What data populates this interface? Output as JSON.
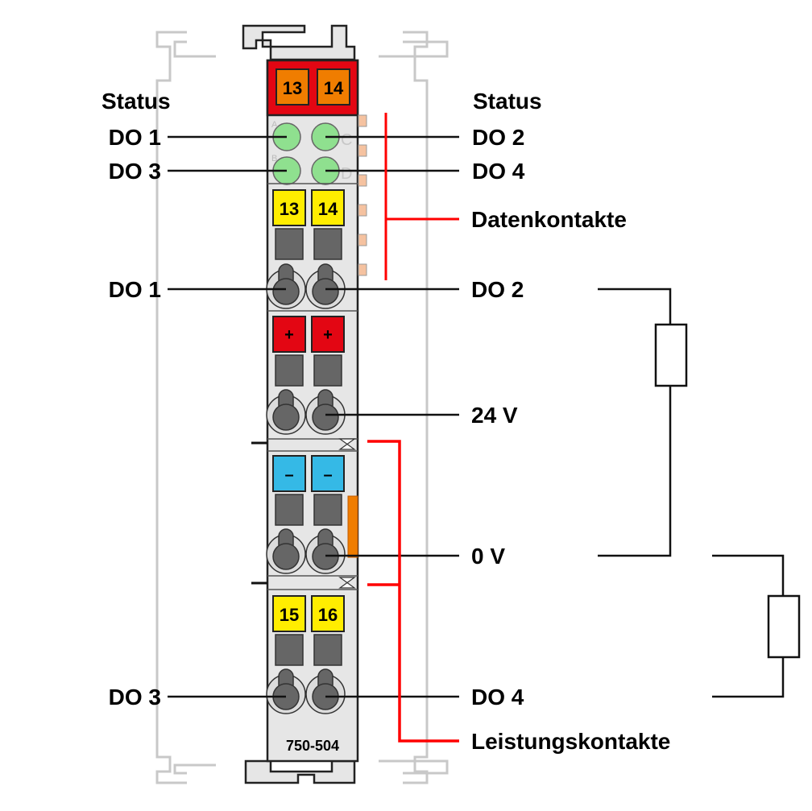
{
  "module": {
    "part_number": "750-504",
    "top_markers": [
      "13",
      "14"
    ],
    "led_letters": [
      "A",
      "C",
      "B",
      "D"
    ],
    "marker_row_1": [
      "13",
      "14"
    ],
    "marker_row_2": [
      "+",
      "+"
    ],
    "marker_row_3": [
      "–",
      "–"
    ],
    "marker_row_4": [
      "15",
      "16"
    ]
  },
  "labels": {
    "status_left": "Status",
    "status_right": "Status",
    "led_do1": "DO 1",
    "led_do2": "DO 2",
    "led_do3": "DO 3",
    "led_do4": "DO 4",
    "data_contacts": "Datenkontakte",
    "term_do1": "DO 1",
    "term_do2": "DO 2",
    "term_24v": "24 V",
    "term_0v": "0 V",
    "term_do3": "DO 3",
    "term_do4": "DO 4",
    "power_contacts": "Leistungskontakte"
  },
  "colors": {
    "housing": "#e6e6e6",
    "rail_outline": "#c8c8c8",
    "top_band": "#e30613",
    "orange_marker": "#f07d00",
    "yellow_marker": "#ffed00",
    "red_marker": "#e30613",
    "blue_marker": "#35b9e6",
    "led_green": "#8fe08f",
    "red_line": "#ff0000",
    "clamp_dark": "#666666"
  }
}
